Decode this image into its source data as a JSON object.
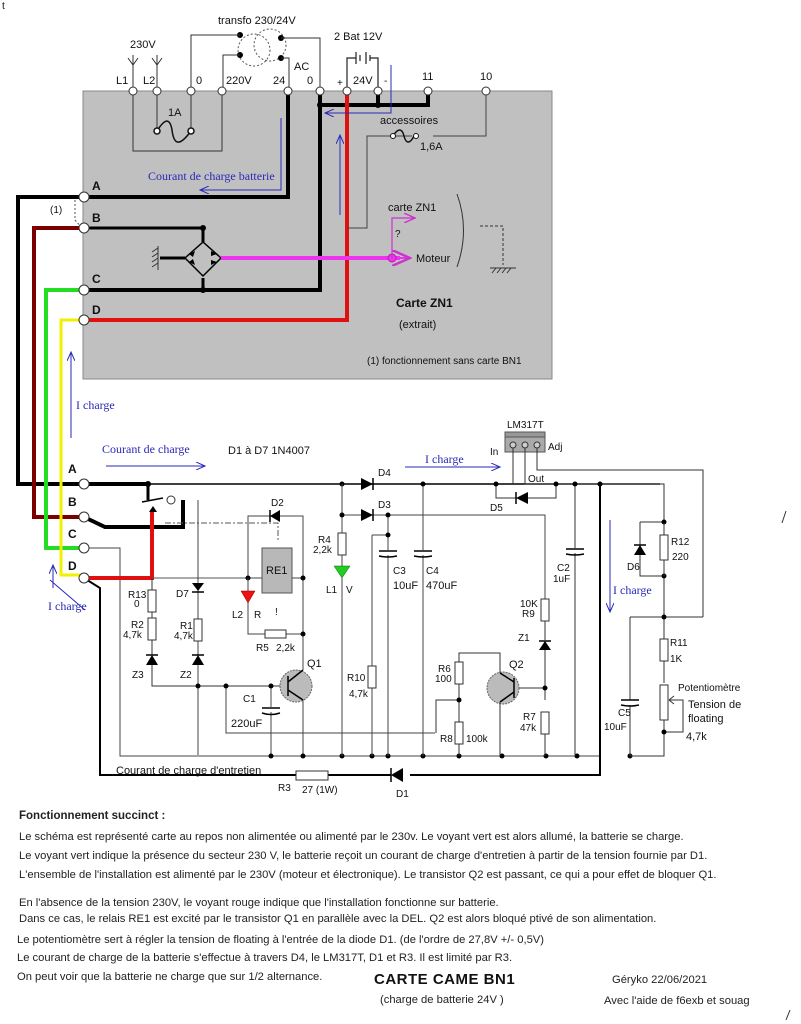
{
  "colors": {
    "board_fill": "#c0c0c0",
    "wire_black": "#000000",
    "wire_red": "#e01010",
    "wire_darkred": "#7a0000",
    "wire_green": "#22dd22",
    "wire_yellow": "#f0f000",
    "wire_magenta": "#ee33ee",
    "annotation_blue": "#2a2ab8",
    "led_green": "#22cc22",
    "led_red": "#ee1111"
  },
  "top": {
    "corner_mark": "t",
    "transformer_label": "transfo 230/24V",
    "mains_label": "230V",
    "battery_label": "2 Bat 12V",
    "ac_label": "AC",
    "terminals": [
      "L1",
      "L2",
      "0",
      "220V",
      "24",
      "0",
      "+",
      "24V",
      "-",
      "11",
      "10"
    ],
    "fuse_main": "1A",
    "accessories_label": "accessoires",
    "fuse_accessories": "1,6A",
    "charge_current_label": "Courant de charge batterie",
    "zn1_ref_label": "carte ZN1",
    "question_mark": "?",
    "motor_label": "Moteur",
    "board_title": "Carte ZN1",
    "board_subtitle": "(extrait)",
    "note": "(1) fonctionnement  sans carte BN1",
    "note_ref": "(1)",
    "connector_labels": [
      "A",
      "B",
      "C",
      "D"
    ]
  },
  "bottom": {
    "i_charge": "I charge",
    "charge_current": "Courant de charge",
    "diodes_note": "D1 à D7 1N4007",
    "connector_labels": [
      "A",
      "B",
      "C",
      "D"
    ],
    "regulator": {
      "name": "LM317T",
      "pin_in": "In",
      "pin_adj": "Adj",
      "pin_out": "Out"
    },
    "maintenance_current": "Courant de charge d'entretien",
    "components": {
      "D1": "D1",
      "D2": "D2",
      "D3": "D3",
      "D4": "D4",
      "D5": "D5",
      "D6": "D6",
      "D7": "D7",
      "R1": "R1",
      "R1_val": "4,7k",
      "R2": "R2",
      "R2_val": "4,7k",
      "R3": "R3",
      "R3_val": "27  (1W)",
      "R4": "R4",
      "R4_val": "2,2k",
      "R5": "R5",
      "R5_val": "2,2k",
      "R6": "R6",
      "R6_val": "100",
      "R7": "R7",
      "R7_val": "47k",
      "R8": "R8",
      "R8_val": "100k",
      "R9": "R9",
      "R9_val": "10K",
      "R10": "R10",
      "R10_val": "4,7k",
      "R11": "R11",
      "R11_val": "1K",
      "R12": "R12",
      "R12_val": "220",
      "R13": "R13",
      "R13_val": "0",
      "C1": "C1",
      "C1_val": "220uF",
      "C2": "C2",
      "C2_val": "1uF",
      "C3": "C3",
      "C3_val": "10uF",
      "C4": "C4",
      "C4_val": "470uF",
      "C5": "C5",
      "C5_val": "10uF",
      "Z1": "Z1",
      "Z2": "Z2",
      "Z3": "Z3",
      "Q1": "Q1",
      "Q2": "Q2",
      "RE1": "RE1",
      "L1": "L1",
      "L1_color": "V",
      "L2": "L2",
      "L2_color": "R",
      "pot_label": "Potentiomètre",
      "pot_desc_1": "Tension de",
      "pot_desc_2": "floating",
      "pot_val": "4,7k",
      "relay_mark": "!"
    }
  },
  "description": {
    "title": "Fonctionnement succinct :",
    "lines": [
      "Le schéma est représenté carte au repos non alimentée ou alimenté par le 230v. Le voyant vert est alors allumé, la batterie se charge.",
      "Le voyant vert indique la présence du secteur 230 V, le batterie reçoit un courant de charge d'entretien à partir de la tension fournie par D1.",
      "L'ensemble de l'installation est alimenté par le 230V (moteur et électronique). Le transistor Q2 est passant, ce qui a pour effet de bloquer Q1.",
      "En l'absence de la tension 230V, le voyant rouge indique que l'installation fonctionne sur batterie.",
      "Dans ce cas,  le relais RE1 est excité par le transistor Q1 en parallèle avec la DEL. Q2 est alors bloqué ptivé de son alimentation.",
      "Le potentiomètre sert à régler la tension de floating à l'entrée de la diode D1. (de l'ordre de 27,8V +/- 0,5V)",
      "Le courant de charge de la batterie s'effectue à travers D4, le LM317T,  D1 et R3. Il est limité par R3.",
      "On peut voir que la batterie ne charge que sur 1/2 alternance."
    ],
    "main_title": "CARTE  CAME  BN1",
    "main_subtitle": "(charge de batterie 24V )",
    "author": "Géryko 22/06/2021",
    "credits": "Avec l'aide de f6exb et souag"
  }
}
